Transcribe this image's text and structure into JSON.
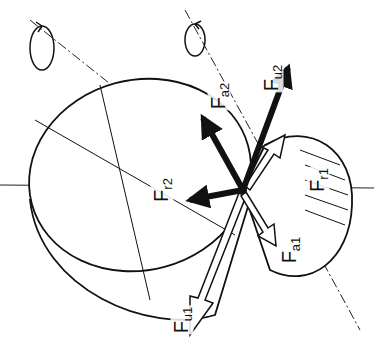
{
  "diagram": {
    "labels": [
      "Fu2",
      "Fa2",
      "Fr2",
      "Fr1",
      "Fa1",
      "Fu1"
    ]
  }
}
